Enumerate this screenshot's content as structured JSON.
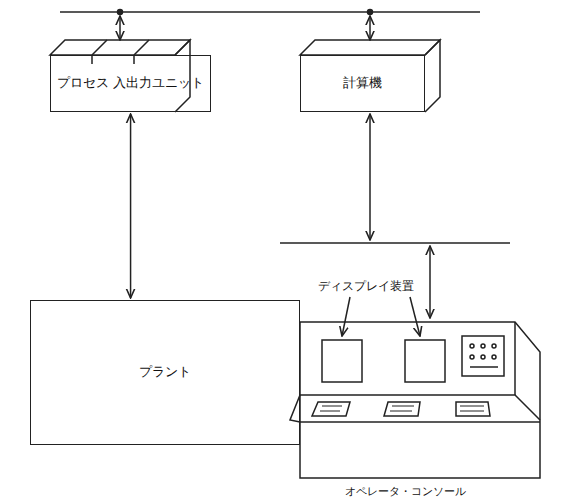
{
  "diagram": {
    "nodes": [
      {
        "text": [
          "プロセス 入出力ユニット"
        ]
      },
      {
        "text": [
          "計算機"
        ]
      },
      {
        "text": [
          "プラント"
        ]
      }
    ],
    "edges": [
      {
        "from": 0,
        "to": 2,
        "arrow": "both"
      }
    ],
    "labels": [
      "ディスプレイ装置",
      "オペレータ・コンソール"
    ]
  }
}
